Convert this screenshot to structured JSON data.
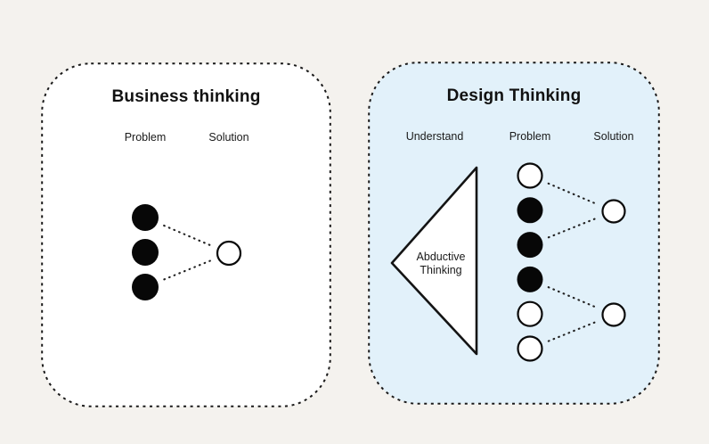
{
  "canvas": {
    "background": "#f4f2ee"
  },
  "colors": {
    "border": "#1a1a1a",
    "dot_filled": "#070707",
    "dot_outline_fill": "#ffffff",
    "dot_outline_stroke": "#0a0a0a",
    "connector": "#222222",
    "triangle_fill": "#ffffff",
    "triangle_stroke": "#141414"
  },
  "business": {
    "title": "Business thinking",
    "background": "#ffffff",
    "columns": [
      "Problem",
      "Solution"
    ],
    "problem_dots": [
      "filled",
      "filled",
      "filled"
    ],
    "solution_dots": [
      "outline"
    ],
    "connections": [
      [
        0,
        0
      ],
      [
        2,
        0
      ]
    ]
  },
  "design": {
    "title": "Design Thinking",
    "background": "#e2f1fa",
    "columns": [
      "Understand",
      "Problem",
      "Solution"
    ],
    "triangle_label": [
      "Abductive",
      "Thinking"
    ],
    "problem_dots": [
      "outline",
      "filled",
      "filled",
      "filled",
      "outline",
      "outline"
    ],
    "solution_dots": [
      "outline",
      "outline"
    ],
    "connections": [
      [
        0,
        0
      ],
      [
        2,
        0
      ],
      [
        3,
        1
      ],
      [
        5,
        1
      ]
    ]
  }
}
